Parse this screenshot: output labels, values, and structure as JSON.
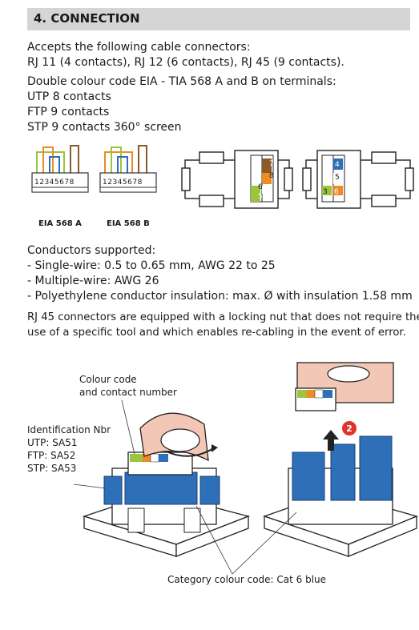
{
  "section": {
    "title": "4. CONNECTION"
  },
  "intro": {
    "line1": "Accepts the following cable connectors:",
    "line2": "RJ 11 (4 contacts), RJ 12 (6 contacts), RJ 45 (9 contacts)."
  },
  "colour_code": {
    "line1": "Double colour code EIA - TIA 568 A and B on terminals:",
    "line2": "UTP 8 contacts",
    "line3": "FTP 9 contacts",
    "line4": "STP 9 contacts 360° screen"
  },
  "pinouts": {
    "a_pins": "12345678",
    "b_pins": "12345678",
    "a_caption": "EIA 568 A",
    "b_caption": "EIA 568 B"
  },
  "terminal_marks": {
    "left": [
      "7",
      "8",
      "6",
      "5"
    ],
    "right": [
      "4",
      "5",
      "3",
      "6"
    ]
  },
  "conductors": {
    "title": "Conductors supported:",
    "item1": "- Single-wire: 0.5 to 0.65 mm, AWG 22 to 25",
    "item2": "- Multiple-wire: AWG 26",
    "item3": "- Polyethylene conductor insulation: max. Ø with insulation 1.58 mm"
  },
  "locking": {
    "line1": "RJ 45 connectors are equipped with a locking nut that does not require the",
    "line2": "use of a specific tool and which enables re-cabling in the event of error."
  },
  "callouts": {
    "colour_code_line1": "Colour code",
    "colour_code_line2": "and contact number",
    "ident_line1": "Identification Nbr",
    "ident_line2": "UTP: SA51",
    "ident_line3": "FTP: SA52",
    "ident_line4": "STP: SA53",
    "step_number": "2",
    "category": "Category colour code: Cat 6 blue"
  },
  "colors": {
    "header_bg": "#d5d5d5",
    "module_blue": "#2d6fb8",
    "nut_pink": "#f2c7b5",
    "step_red": "#e2332a"
  }
}
